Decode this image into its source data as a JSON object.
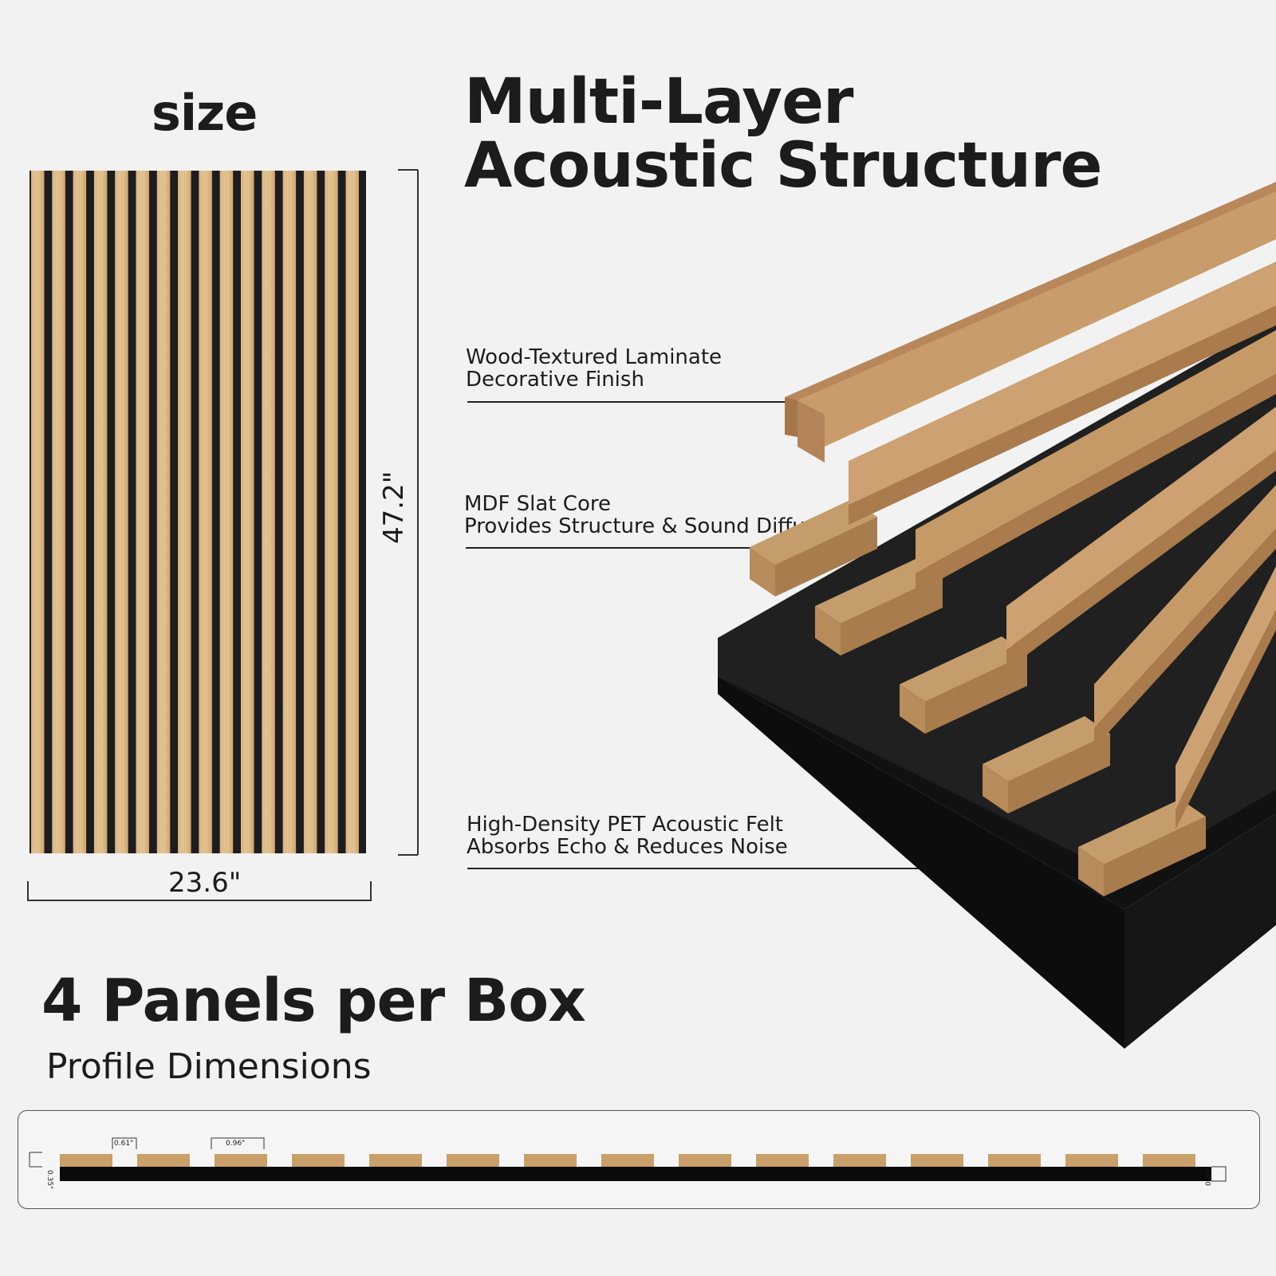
{
  "size_title": "size",
  "main_title": {
    "line1": "Multi-Layer",
    "line2": "Acoustic Structure"
  },
  "dimensions": {
    "height": "47.2\"",
    "width": "23.6\""
  },
  "layers": [
    {
      "line1": "Wood-Textured Laminate",
      "line2": "Decorative Finish"
    },
    {
      "line1": "MDF Slat Core",
      "line2": "Provides Structure & Sound Diffusion"
    },
    {
      "line1": "High-Density PET Acoustic Felt",
      "line2": "Absorbs Echo & Reduces Noise"
    }
  ],
  "panels_per_box": "4 Panels per Box",
  "profile_title": "Profile Dimensions",
  "profile": {
    "slat_width": "0.61\"",
    "slat_pitch": "0.96\"",
    "slat_height": "0.35\"",
    "felt_height": "0.35\""
  },
  "colors": {
    "wood": "#c9a06a",
    "wood_dark": "#a9794a",
    "felt": "#1a1a1a",
    "background": "#f2f2f2"
  }
}
